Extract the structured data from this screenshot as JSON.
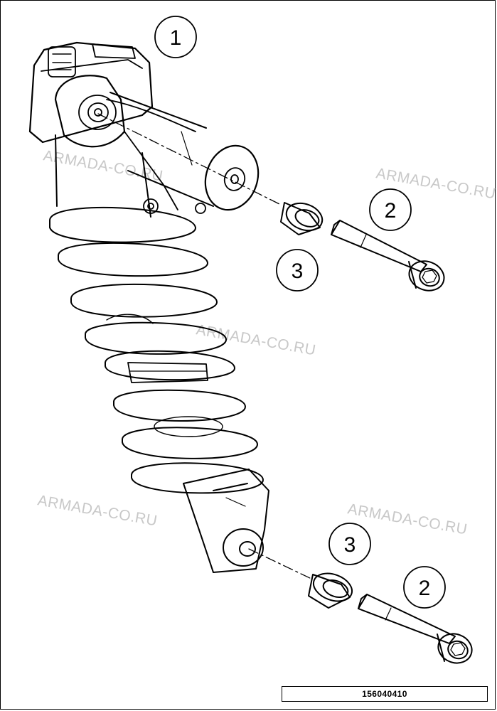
{
  "callouts": [
    {
      "id": "c1",
      "label": "1"
    },
    {
      "id": "c2a",
      "label": "2"
    },
    {
      "id": "c3a",
      "label": "3"
    },
    {
      "id": "c3b",
      "label": "3"
    },
    {
      "id": "c2b",
      "label": "2"
    }
  ],
  "watermark": "ARMADA-CO.RU",
  "reference_number": "156040410",
  "colors": {
    "line": "#000000",
    "watermark": "#c8c8c8",
    "background": "#ffffff"
  }
}
